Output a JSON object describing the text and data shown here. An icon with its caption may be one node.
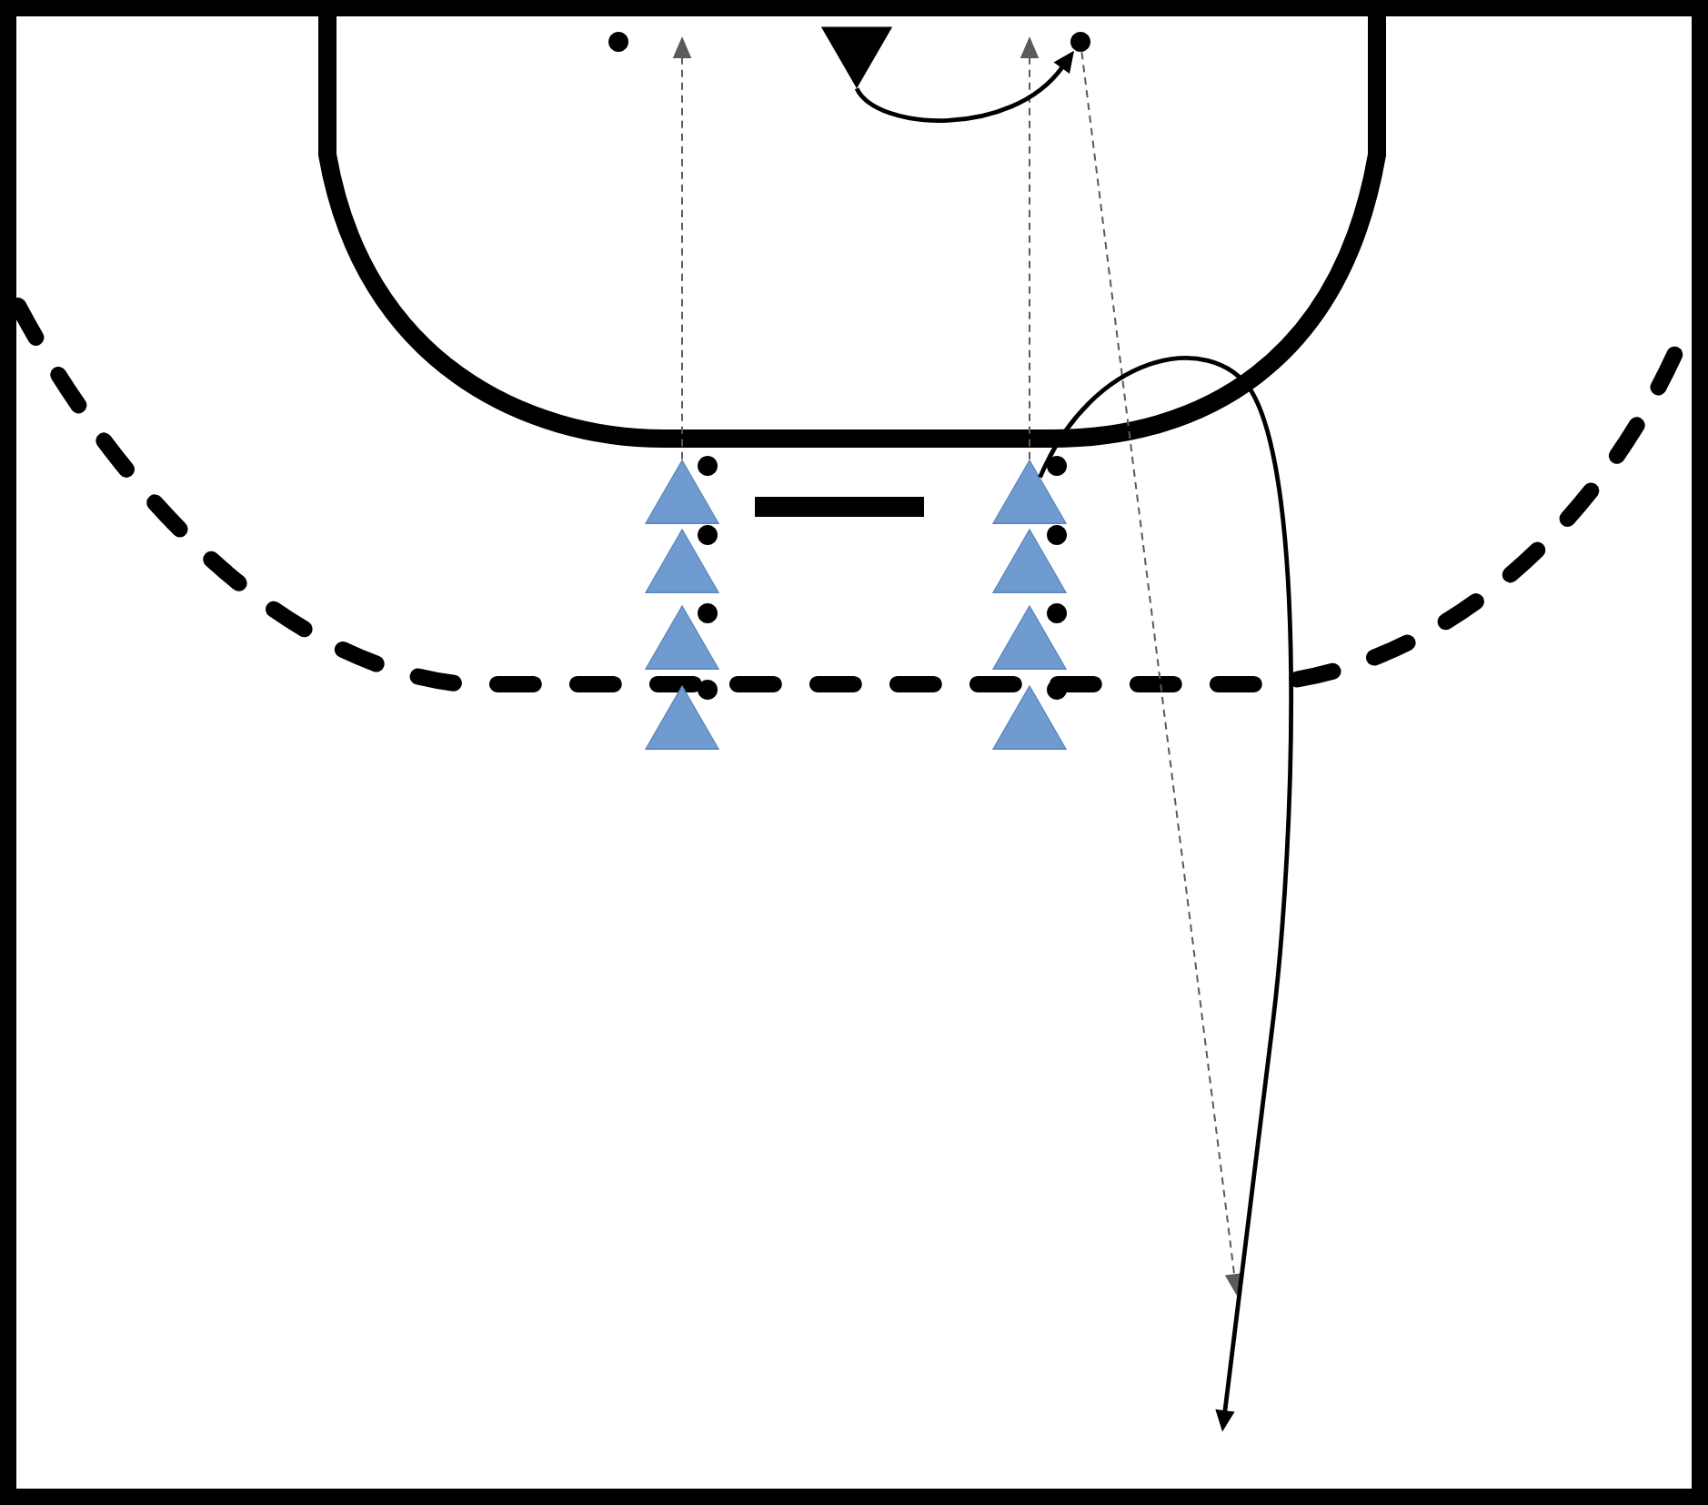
{
  "diagram": {
    "nodes": [
      {
        "text": [],
        "shape": "circle"
      },
      {
        "text": [],
        "shape": "triangle"
      },
      {
        "text": [],
        "shape": "circle"
      },
      {
        "text": [],
        "shape": "triangle"
      },
      {
        "text": [],
        "shape": "circle"
      },
      {
        "text": [],
        "shape": "triangle"
      },
      {
        "text": [],
        "shape": "circle"
      },
      {
        "text": [],
        "shape": "triangle"
      },
      {
        "text": [],
        "shape": "circle"
      },
      {
        "text": [],
        "shape": "triangle"
      },
      {
        "text": [],
        "shape": "circle"
      },
      {
        "text": [],
        "shape": "triangle"
      },
      {
        "text": [],
        "shape": "circle"
      },
      {
        "text": [],
        "shape": "triangle"
      },
      {
        "text": [],
        "shape": "circle"
      },
      {
        "text": [],
        "shape": "triangle"
      },
      {
        "text": [],
        "shape": "circle"
      },
      {
        "text": [],
        "shape": "triangle"
      },
      {
        "text": [],
        "shape": "circle"
      }
    ],
    "edges": [
      {
        "from": 3,
        "to": null,
        "arrow": "to",
        "style": "dashed"
      },
      {
        "from": 5,
        "to": null,
        "arrow": "to",
        "style": "dashed"
      },
      {
        "from": 1,
        "to": 2,
        "arrow": "to"
      },
      {
        "from": 2,
        "to": null,
        "arrow": "to",
        "style": "dashed"
      },
      {
        "from": 5,
        "to": null,
        "arrow": "to"
      }
    ]
  }
}
